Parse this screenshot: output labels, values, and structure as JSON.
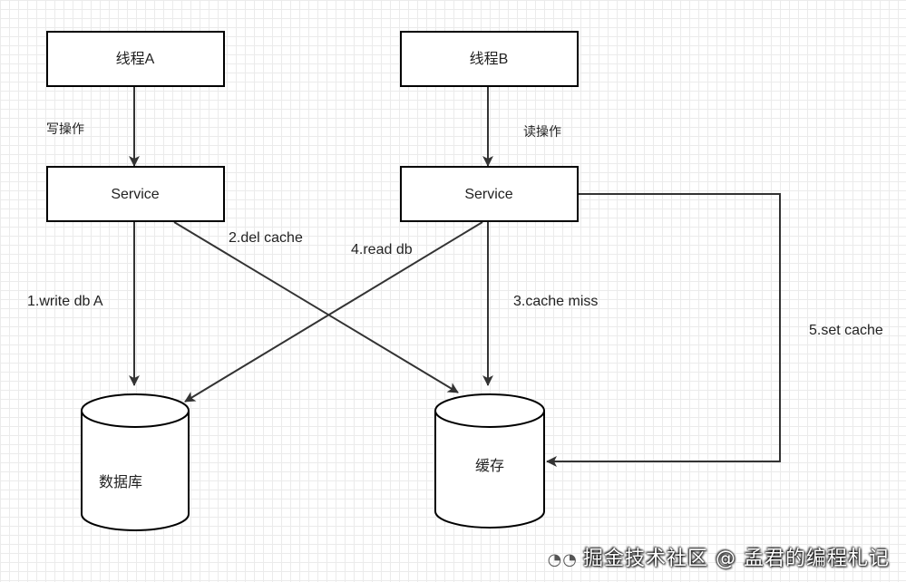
{
  "nodes": {
    "thread_a": "线程A",
    "thread_b": "线程B",
    "service_a": "Service",
    "service_b": "Service",
    "database": "数据库",
    "cache": "缓存"
  },
  "labels": {
    "write_op": "写操作",
    "read_op": "读操作",
    "write_db": "1.write db A",
    "del_cache": "2.del cache",
    "cache_miss": "3.cache miss",
    "read_db": "4.read db",
    "set_cache": "5.set cache"
  },
  "watermark": {
    "text": "掘金技术社区 @ 孟君的编程札记",
    "icon": "wechat-icon"
  }
}
